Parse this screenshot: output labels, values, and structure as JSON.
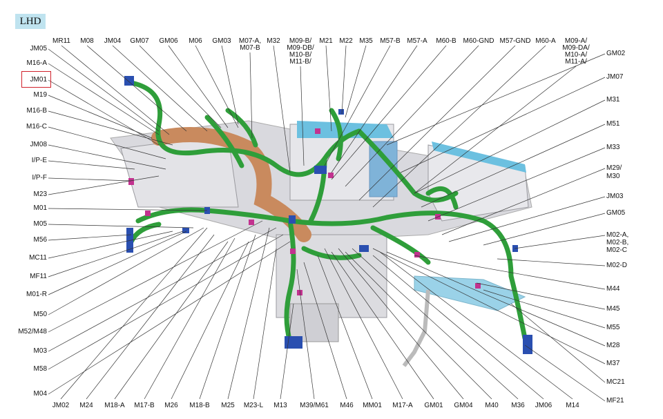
{
  "badge": "LHD",
  "highlighted": "JM01",
  "labels": {
    "top": [
      "MR11",
      "M08",
      "JM04",
      "GM07",
      "GM06",
      "M06",
      "GM03",
      "M07-A,",
      "M07-B",
      "M32",
      "M09-B/",
      "M09-DB/",
      "M10-B/",
      "M11-B/",
      "M21",
      "M22",
      "M35",
      "M57-B",
      "M57-A",
      "M60-B",
      "M60-GND",
      "M57-GND",
      "M60-A",
      "M09-A/",
      "M09-DA/",
      "M10-A/",
      "M11-A/"
    ],
    "left": [
      "JM05",
      "M16-A",
      "JM01",
      "M19",
      "M16-B",
      "M16-C",
      "JM08",
      "I/P-E",
      "I/P-F",
      "M23",
      "M01",
      "M05",
      "M56",
      "MC11",
      "MF11",
      "M01-R",
      "M50",
      "M52/M48",
      "M03",
      "M58",
      "M04"
    ],
    "right": [
      "GM02",
      "JM07",
      "M31",
      "M51",
      "M33",
      "M29/",
      "M30",
      "JM03",
      "GM05",
      "M02-A,",
      "M02-B,",
      "M02-C",
      "M02-D",
      "M44",
      "M45",
      "M55",
      "M28",
      "M37",
      "MC21",
      "MF21"
    ],
    "bottom": [
      "JM02",
      "M24",
      "M18-A",
      "M17-B",
      "M26",
      "M18-B",
      "M25",
      "M23-L",
      "M13",
      "M39/M61",
      "M46",
      "MM01",
      "M17-A",
      "GM01",
      "GM04",
      "M40",
      "M36",
      "JM06",
      "M14"
    ]
  },
  "colors": {
    "harness": "#2f9e3a",
    "harness_dark": "#1c6e25",
    "duct": "#c98a5e",
    "hvac_blue": "#6cc0e0",
    "connector_blue": "#2a4fb0",
    "connector_magenta": "#c2328f",
    "body_grey": "#cfcfd4",
    "leader": "#333333",
    "highlight": "#d0202a"
  }
}
